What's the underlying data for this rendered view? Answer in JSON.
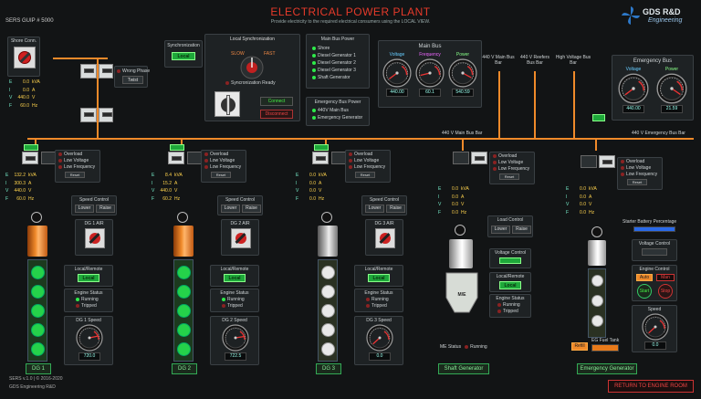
{
  "header": {
    "title": "ELECTRICAL POWER PLANT",
    "subtitle": "Provide electricity to the required electrical consumers using the LOCAL VIEW.",
    "system_id": "SERS GUIP # 5000",
    "brand_name": "GDS R&D",
    "brand_sub": "Engineering"
  },
  "shore": {
    "title": "Shore Conn.",
    "phase_label": "Wrong Phase",
    "phase_value": "Twist",
    "readings": [
      {
        "k": "E",
        "v": "0.0",
        "u": "kVA"
      },
      {
        "k": "I",
        "v": "0.0",
        "u": "A"
      },
      {
        "k": "V",
        "v": "440.0",
        "u": "V"
      },
      {
        "k": "F",
        "v": "60.0",
        "u": "Hz"
      }
    ]
  },
  "sync": {
    "box_title": "Synchronization",
    "mode": "Local",
    "local_title": "Local Synchronization",
    "slow": "SLOW",
    "fast": "FAST",
    "ready": "Syncronization Ready",
    "connect": "Connect",
    "disconnect": "Disconnect"
  },
  "main_bus_power": {
    "title": "Main Bus Power",
    "items": [
      "Shore",
      "Diesel Generator 1",
      "Diesel Generator 2",
      "Diesel Generator 3",
      "Shaft Generator"
    ]
  },
  "emergency_bus_power": {
    "title": "Emergency Bus Power",
    "items": [
      "440V Main Bus",
      "Emergency Generator"
    ]
  },
  "main_bus": {
    "title": "Main Bus",
    "gauges": [
      {
        "label": "Voltage",
        "value": "440.00"
      },
      {
        "label": "Frequency",
        "value": "60.1"
      },
      {
        "label": "Power",
        "value": "540.59"
      }
    ]
  },
  "bus_labels": {
    "main_440": "440 V Main Bus Bar",
    "reefers": "440 V Reefers Bus Bar",
    "high_voltage": "High Voltage Bus Bar",
    "main_bar": "440 V Main Bus Bar",
    "emergency_bar": "440 V Emergency Bus Bar"
  },
  "emergency_bus": {
    "title": "Emergency Bus",
    "gauges": [
      {
        "label": "Voltage",
        "value": "440.00"
      },
      {
        "label": "Power",
        "value": "21.59"
      }
    ]
  },
  "alarms": [
    "Overload",
    "Low Voltage",
    "Low Frequency"
  ],
  "reset_label": "Reset",
  "generators": [
    {
      "name": "DG 1",
      "readings": [
        {
          "k": "E",
          "v": "132.2",
          "u": "kVA"
        },
        {
          "k": "I",
          "v": "300.3",
          "u": "A"
        },
        {
          "k": "V",
          "v": "440.0",
          "u": "V"
        },
        {
          "k": "F",
          "v": "60.0",
          "u": "Hz"
        }
      ],
      "speed_control": "Speed Control",
      "lower": "Lower",
      "raise": "Raise",
      "air": "DG 1 AIR",
      "local_remote": "Local/Remote",
      "mode": "Local",
      "engine_status": "Engine Status",
      "running": "Running",
      "tripped": "Tripped",
      "speed_title": "DG 1 Speed",
      "speed_value": "720.0",
      "rpm": "RPM"
    },
    {
      "name": "DG 2",
      "readings": [
        {
          "k": "E",
          "v": "8.4",
          "u": "kVA"
        },
        {
          "k": "I",
          "v": "15.2",
          "u": "A"
        },
        {
          "k": "V",
          "v": "440.0",
          "u": "V"
        },
        {
          "k": "F",
          "v": "60.2",
          "u": "Hz"
        }
      ],
      "speed_control": "Speed Control",
      "lower": "Lower",
      "raise": "Raise",
      "air": "DG 2 AIR",
      "local_remote": "Local/Remote",
      "mode": "Local",
      "engine_status": "Engine Status",
      "running": "Running",
      "tripped": "Tripped",
      "speed_title": "DG 2 Speed",
      "speed_value": "722.5",
      "rpm": "RPM"
    },
    {
      "name": "DG 3",
      "readings": [
        {
          "k": "E",
          "v": "0.0",
          "u": "kVA"
        },
        {
          "k": "I",
          "v": "0.0",
          "u": "A"
        },
        {
          "k": "V",
          "v": "0.0",
          "u": "V"
        },
        {
          "k": "F",
          "v": "0.0",
          "u": "Hz"
        }
      ],
      "speed_control": "Speed Control",
      "lower": "Lower",
      "raise": "Raise",
      "air": "DG 3 AIR",
      "local_remote": "Local/Remote",
      "mode": "Local",
      "engine_status": "Engine Status",
      "running": "Running",
      "tripped": "Tripped",
      "speed_title": "DG 3 Speed",
      "speed_value": "0.0",
      "rpm": "RPM"
    }
  ],
  "shaft_gen": {
    "name": "Shaft Generator",
    "readings": [
      {
        "k": "E",
        "v": "0.0",
        "u": "kVA"
      },
      {
        "k": "I",
        "v": "0.0",
        "u": "A"
      },
      {
        "k": "V",
        "v": "0.0",
        "u": "V"
      },
      {
        "k": "F",
        "v": "0.0",
        "u": "Hz"
      }
    ],
    "load_control": "Load Control",
    "lower": "Lower",
    "raise": "Raise",
    "voltage_control": "Voltage Control",
    "local_remote": "Local/Remote",
    "mode": "Local",
    "engine_status": "Engine Status",
    "running": "Running",
    "tripped": "Tripped",
    "me": "M/E",
    "me_status": "ME Status",
    "me_running": "Running"
  },
  "emergency_gen": {
    "name": "Emergency Generator",
    "readings": [
      {
        "k": "E",
        "v": "0.0",
        "u": "kVA"
      },
      {
        "k": "I",
        "v": "0.0",
        "u": "A"
      },
      {
        "k": "V",
        "v": "0.0",
        "u": "V"
      },
      {
        "k": "F",
        "v": "0.0",
        "u": "Hz"
      }
    ],
    "battery_label": "Starter Battery Percentage",
    "voltage_control": "Voltage Control",
    "engine_control": "Engine Control",
    "auto": "Auto",
    "man": "Man",
    "start": "Start",
    "stop": "Stop",
    "speed_title": "Speed",
    "speed_value": "0.0",
    "fuel_tank": "EG Fuel Tank",
    "refill": "Refill"
  },
  "footer": {
    "version": "SERS v.1.0 | © 2016-2020",
    "company": "GDS Engineering R&D",
    "return": "RETURN TO ENGINE ROOM"
  }
}
